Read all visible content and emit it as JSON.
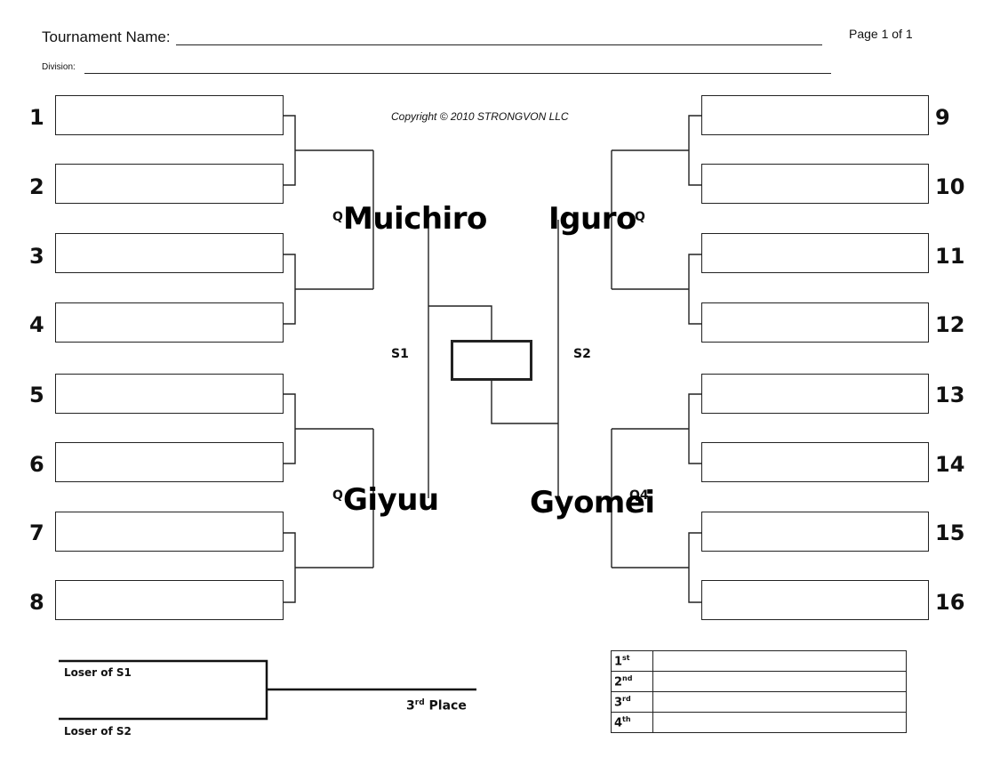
{
  "header": {
    "tournament_label": "Tournament Name:",
    "division_label": "Division:",
    "page": "Page 1 of 1",
    "copyright": "Copyright © 2010 STRONGVON LLC"
  },
  "seeds_left": [
    "1",
    "2",
    "3",
    "4",
    "5",
    "6",
    "7",
    "8"
  ],
  "seeds_right": [
    "9",
    "10",
    "11",
    "12",
    "13",
    "14",
    "15",
    "16"
  ],
  "quarter_labels": {
    "q1": "Q",
    "q2": "Q",
    "q3": "Q",
    "q4": "Q4"
  },
  "semifinal_labels": {
    "s1": "S1",
    "s2": "S2"
  },
  "winners": {
    "q1": "Muichiro",
    "q2": "Giyuu",
    "q3": "Iguro",
    "q4": "Gyomei"
  },
  "third_place": {
    "loser_s1": "Loser of S1",
    "loser_s2": "Loser of S2",
    "label_main": "3",
    "label_sup": "rd",
    "label_tail": " Place"
  },
  "placings": [
    {
      "num": "1",
      "sup": "st",
      "value": ""
    },
    {
      "num": "2",
      "sup": "nd",
      "value": ""
    },
    {
      "num": "3",
      "sup": "rd",
      "value": ""
    },
    {
      "num": "4",
      "sup": "th",
      "value": ""
    }
  ]
}
